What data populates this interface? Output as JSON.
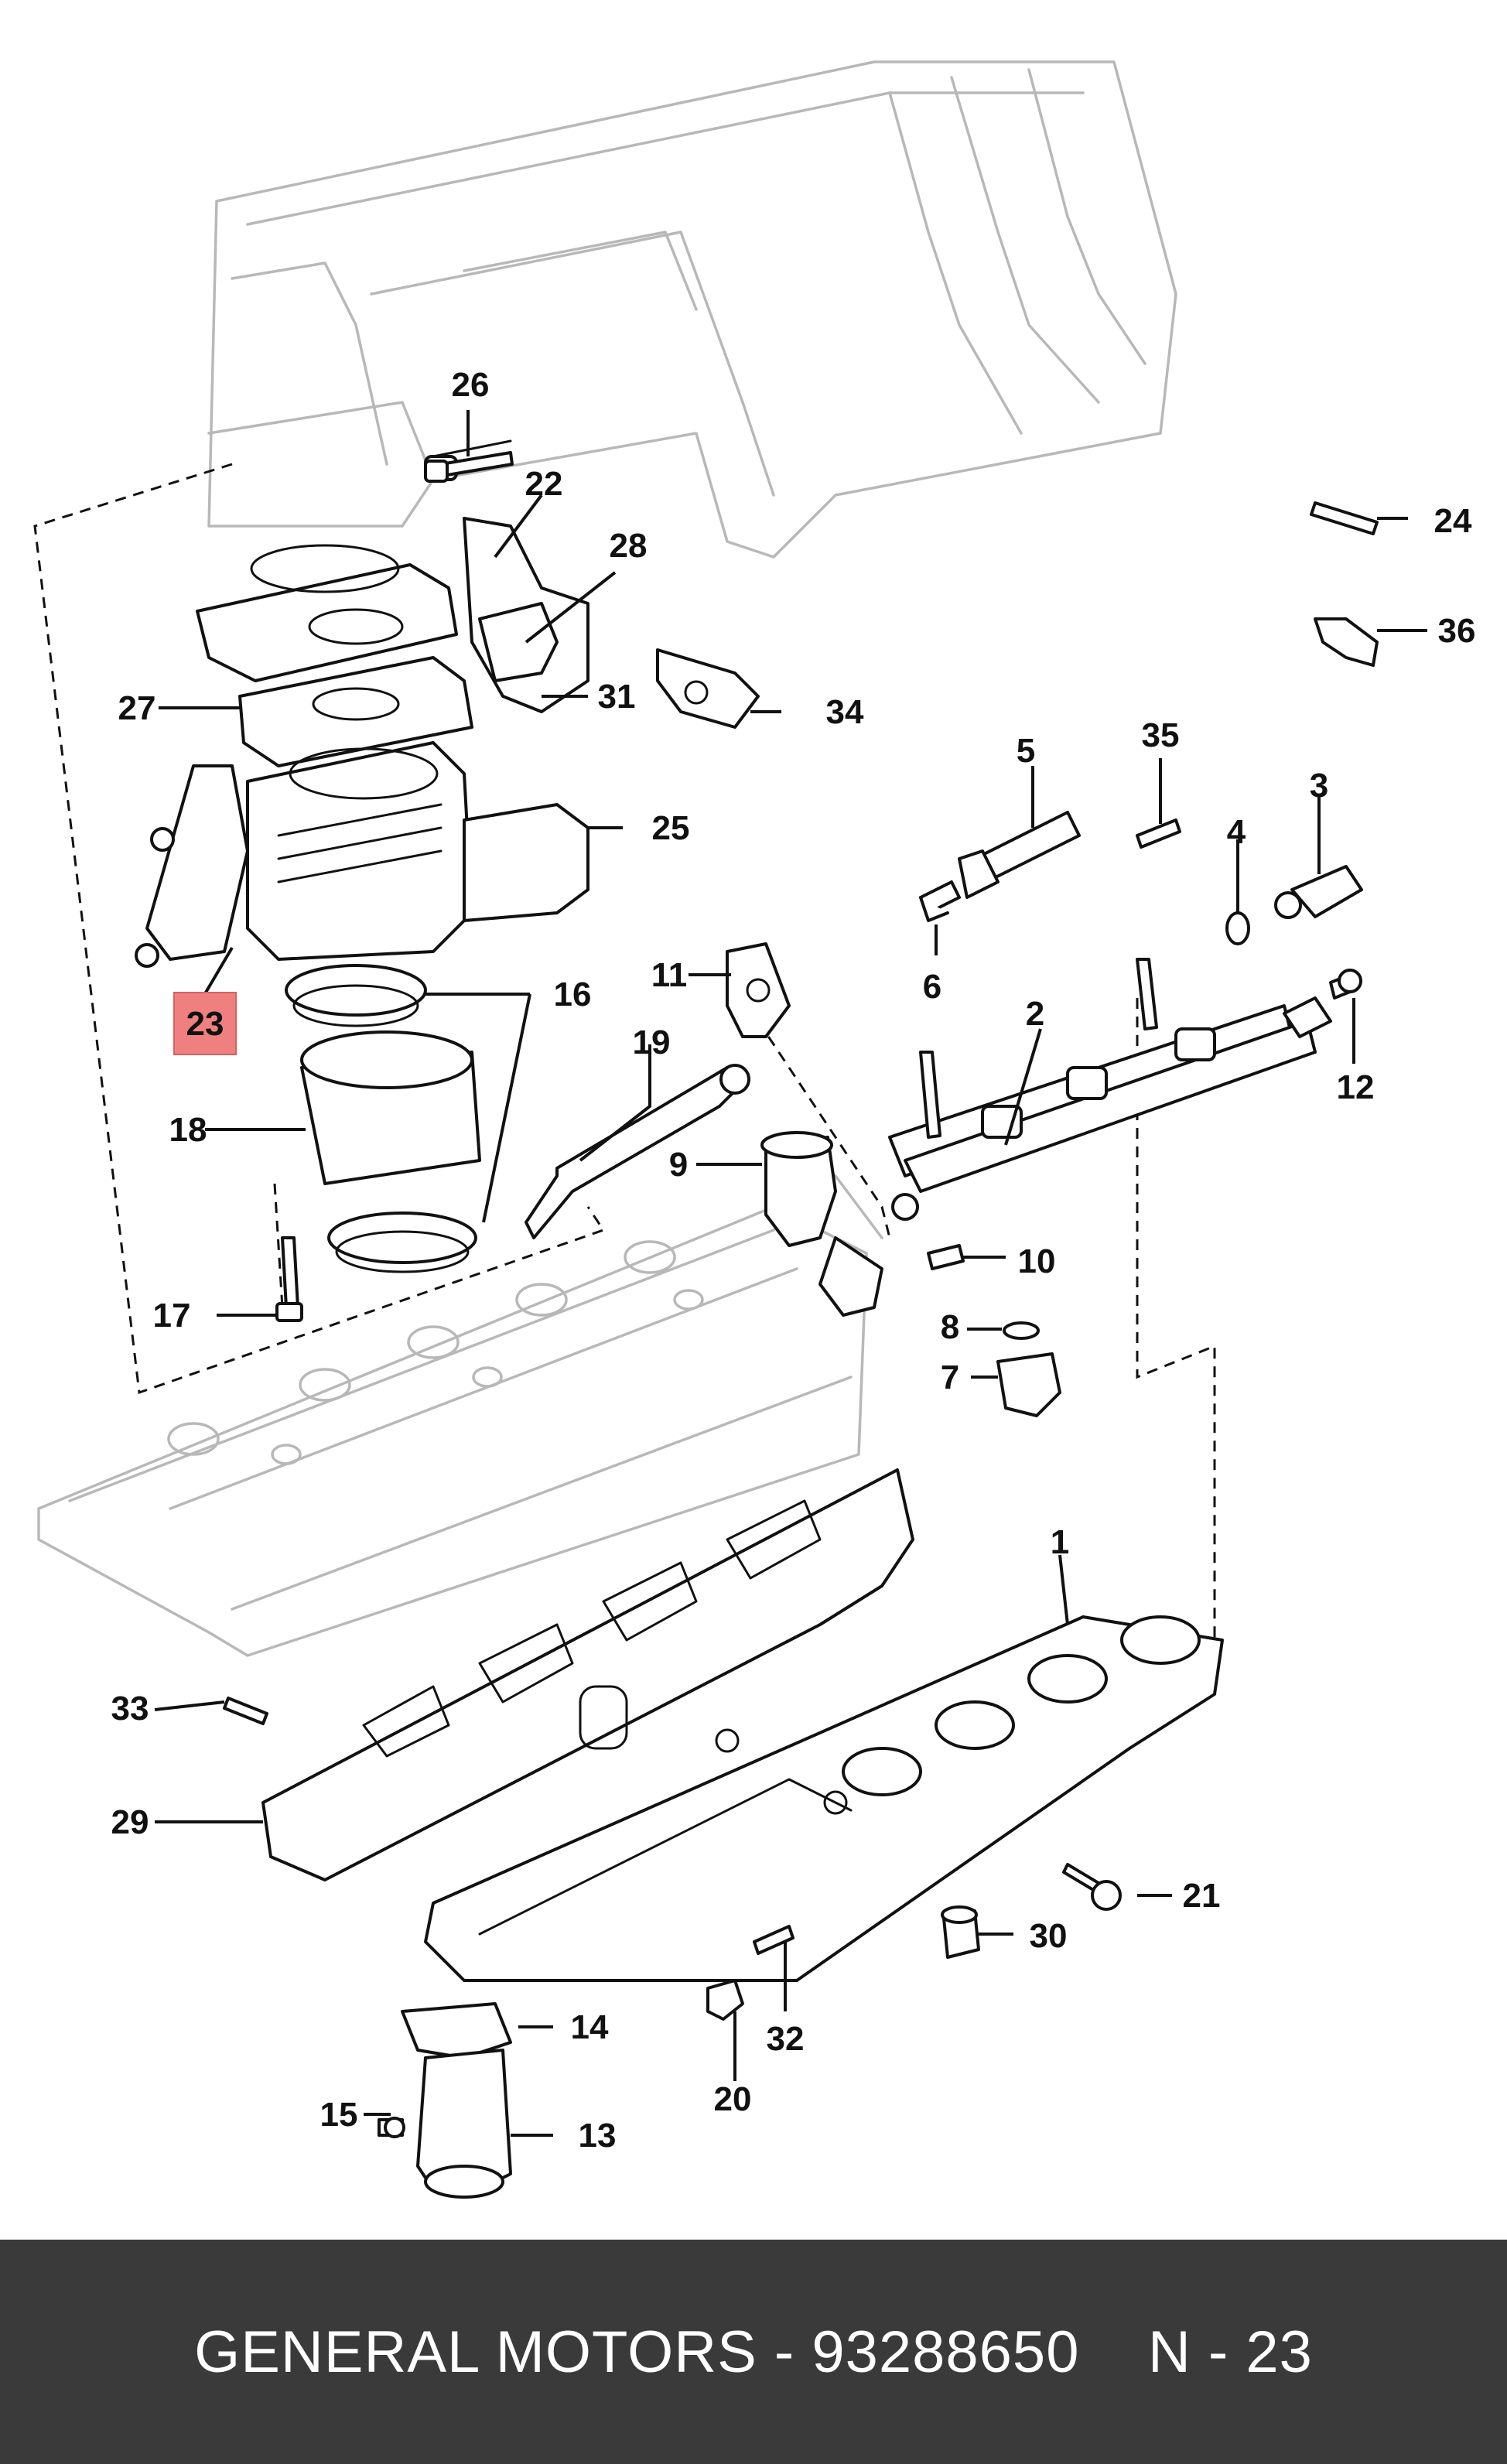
{
  "diagram": {
    "highlight_color": "#f08080",
    "highlighted_part": "23",
    "callouts": [
      "1",
      "2",
      "3",
      "4",
      "5",
      "6",
      "7",
      "8",
      "9",
      "10",
      "11",
      "12",
      "13",
      "14",
      "15",
      "16",
      "17",
      "18",
      "19",
      "20",
      "21",
      "22",
      "23",
      "24",
      "25",
      "26",
      "27",
      "28",
      "29",
      "30",
      "31",
      "32",
      "33",
      "34",
      "35",
      "36"
    ]
  },
  "footer": {
    "brand": "GENERAL MOTORS",
    "separator": " - ",
    "part_number": "93288650",
    "gap": "    ",
    "reference": "N - 23",
    "background": "#3a3a3a"
  }
}
